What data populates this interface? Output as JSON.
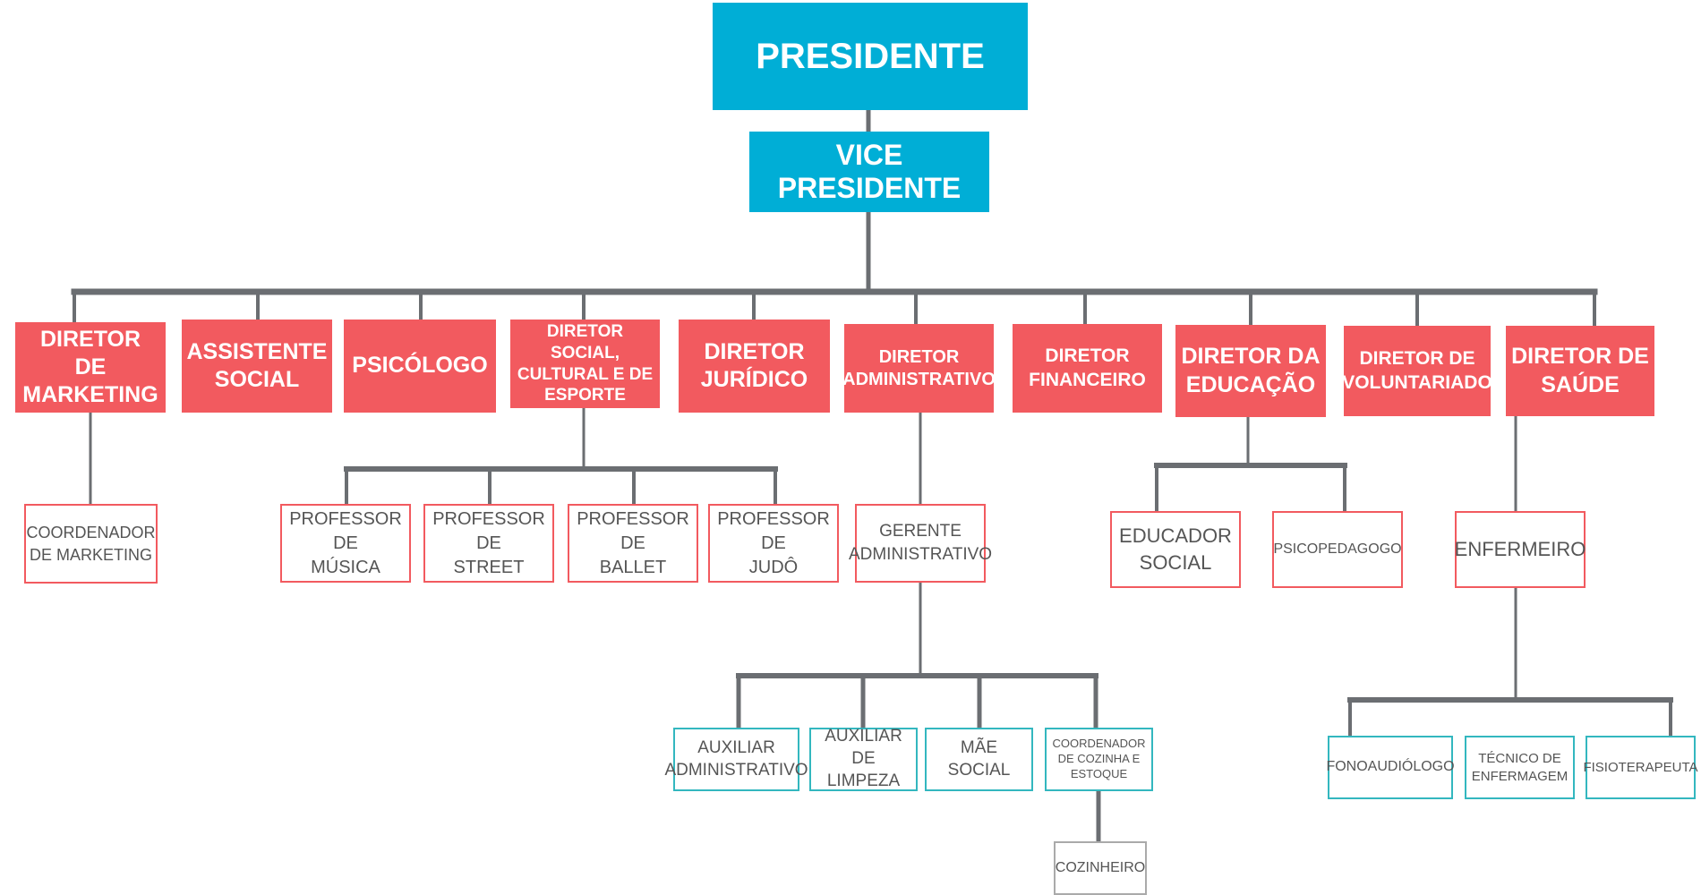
{
  "colors": {
    "top_fill": "#00aed6",
    "director_fill": "#f25a5f",
    "red_border": "#f25a5f",
    "teal_border": "#33b7bf",
    "gray_border": "#aaaaaa",
    "connector": "#6b6e72"
  },
  "nodes": {
    "presidente": "PRESIDENTE",
    "vice_presidente": "VICE PRESIDENTE",
    "diretor_marketing": "DIRETOR\nDE MARKETING",
    "assistente_social": "ASSISTENTE\nSOCIAL",
    "psicologo": "PSICÓLOGO",
    "diretor_social": "DIRETOR SOCIAL,\nCULTURAL E DE\nESPORTE",
    "diretor_juridico": "DIRETOR\nJURÍDICO",
    "diretor_administrativo": "DIRETOR\nADMINISTRATIVO",
    "diretor_financeiro": "DIRETOR\nFINANCEIRO",
    "diretor_educacao": "DIRETOR DA\nEDUCAÇÃO",
    "diretor_voluntariado": "DIRETOR DE\nVOLUNTARIADO",
    "diretor_saude": "DIRETOR DE\nSAÚDE",
    "coordenador_marketing": "COORDENADOR\nDE MARKETING",
    "professor_musica": "PROFESSOR DE\nMÚSICA",
    "professor_street": "PROFESSOR DE\nSTREET",
    "professor_ballet": "PROFESSOR DE\nBALLET",
    "professor_judo": "PROFESSOR DE\nJUDÔ",
    "gerente_administrativo": "GERENTE\nADMINISTRATIVO",
    "educador_social": "EDUCADOR\nSOCIAL",
    "psicopedagogo": "PSICOPEDAGOGO",
    "enfermeiro": "ENFERMEIRO",
    "auxiliar_administrativo": "AUXILIAR\nADMINISTRATIVO",
    "auxiliar_limpeza": "AUXILIAR DE\nLIMPEZA",
    "mae_social": "MÃE\nSOCIAL",
    "coordenador_cozinha": "COORDENADOR\nDE COZINHA E\nESTOQUE",
    "cozinheiro": "COZINHEIRO",
    "fonoaudiologo": "FONOAUDIÓLOGO",
    "tecnico_enfermagem": "TÉCNICO DE\nENFERMAGEM",
    "fisioterapeuta": "FISIOTERAPEUTA"
  }
}
